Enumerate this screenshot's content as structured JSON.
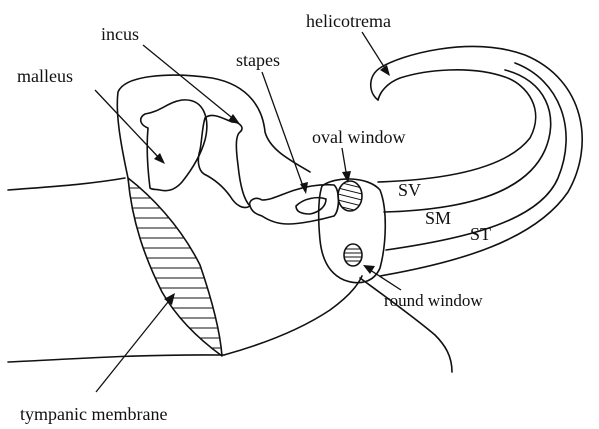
{
  "labels": {
    "helicotrema": "helicotrema",
    "incus": "incus",
    "malleus": "malleus",
    "stapes": "stapes",
    "oval_window": "oval window",
    "sv": "SV",
    "sm": "SM",
    "st": "ST",
    "round_window": "round window",
    "tympanic_membrane": "tympanic membrane"
  }
}
